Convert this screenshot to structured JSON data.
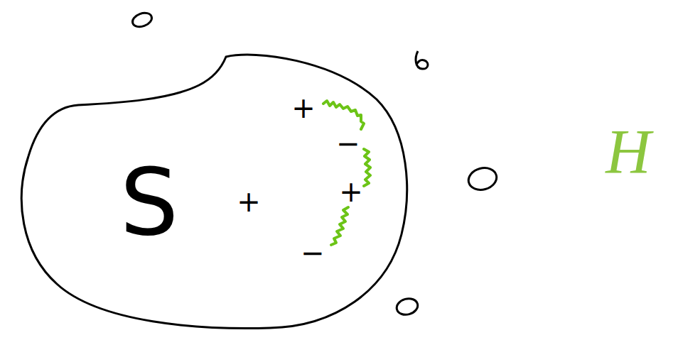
{
  "diagram": {
    "nodes": [
      {
        "text": [
          "S"
        ]
      }
    ],
    "labels": [
      "+",
      "+",
      "−",
      "+",
      "−",
      "H"
    ]
  }
}
